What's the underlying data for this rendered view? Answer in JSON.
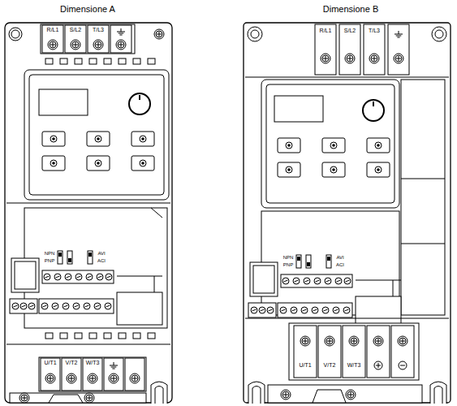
{
  "diagram": {
    "labels": [
      "Dimensione A",
      "Dimensione B",
      "R/L1",
      "S/L2",
      "T/L3",
      "NPN",
      "PNP",
      "AVI",
      "ACI",
      "U/T1",
      "V/T2",
      "W/T3",
      "R/L1",
      "S/L2",
      "T/L3",
      "NPN",
      "PNP",
      "AVI",
      "ACI",
      "U/T1",
      "V/T2",
      "W/T3"
    ]
  }
}
